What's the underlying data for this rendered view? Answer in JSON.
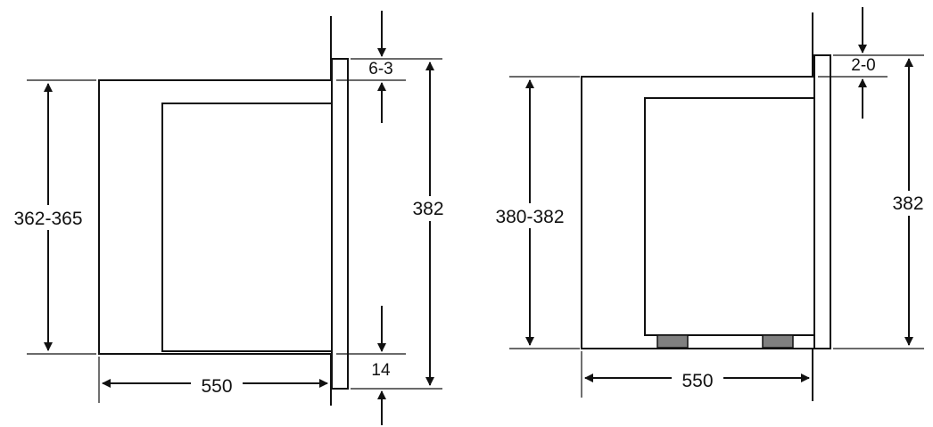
{
  "left_drawing": {
    "height_label": "362-365",
    "depth_label": "550",
    "total_height_label": "382",
    "top_offset_label": "6-3",
    "bottom_offset_label": "14"
  },
  "right_drawing": {
    "height_label": "380-382",
    "depth_label": "550",
    "total_height_label": "382",
    "top_offset_label": "2-0"
  },
  "colors": {
    "line": "#111111",
    "feet": "#808080",
    "background": "#ffffff"
  }
}
